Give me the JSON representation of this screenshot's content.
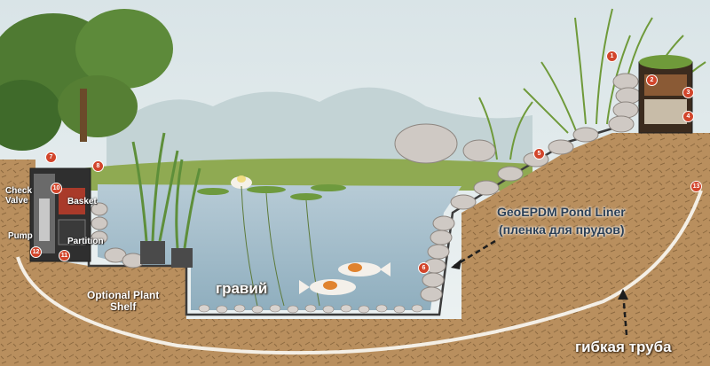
{
  "labels": {
    "liner_en": "GeoEPDM Pond Liner",
    "liner_ru": "(пленка для прудов)",
    "gravel": "гравий",
    "pipe": "гибкая труба",
    "shelf_line1": "Optional Plant",
    "shelf_line2": "Shelf",
    "check_line1": "Check",
    "check_line2": "Valve",
    "basket": "Basket",
    "pump": "Pump",
    "partition": "Partition"
  },
  "markers": [
    "1",
    "2",
    "3",
    "4",
    "5",
    "6",
    "7",
    "8",
    "10",
    "11",
    "12",
    "13"
  ],
  "colors": {
    "sky": "#e6eef0",
    "water": "#a9c1cf",
    "soil": "#b98f5e",
    "grass": "#8faa52",
    "stones": "#cfc9c4",
    "marker": "#d2452b",
    "liner_text": "#2b3f55"
  }
}
